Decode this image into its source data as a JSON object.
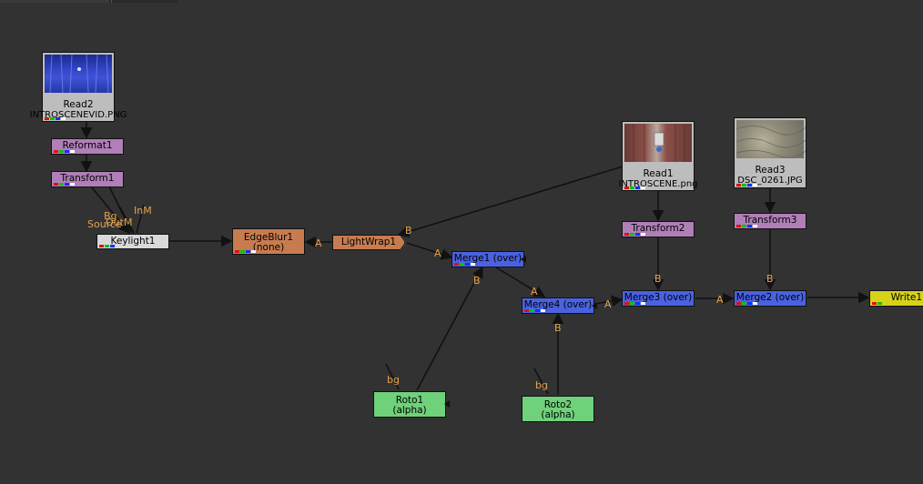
{
  "nodes": {
    "read2": {
      "name": "Read2",
      "file": "INTROSCENEVID.PNG"
    },
    "reformat1": {
      "name": "Reformat1"
    },
    "transform1": {
      "name": "Transform1"
    },
    "keylight1": {
      "name": "Keylight1"
    },
    "edgeblur1": {
      "name": "EdgeBlur1",
      "sub": "(none)"
    },
    "lightwrap1": {
      "name": "LightWrap1"
    },
    "merge1": {
      "name": "Merge1 (over)"
    },
    "roto1": {
      "name": "Roto1",
      "sub": "(alpha)"
    },
    "merge4": {
      "name": "Merge4 (over)"
    },
    "roto2": {
      "name": "Roto2",
      "sub": "(alpha)"
    },
    "read1": {
      "name": "Read1",
      "file": "INTROSCENE.png"
    },
    "transform2": {
      "name": "Transform2"
    },
    "merge3": {
      "name": "Merge3 (over)"
    },
    "read3": {
      "name": "Read3",
      "file": "DSC_0261.JPG"
    },
    "transform3": {
      "name": "Transform3"
    },
    "merge2": {
      "name": "Merge2 (over)"
    },
    "write1": {
      "name": "Write1"
    }
  },
  "edge_labels": {
    "keylight_bg": "Bg",
    "keylight_outm": "OutM",
    "keylight_inm": "InM",
    "keylight_source": "Source",
    "edgeblur_a": "A",
    "lightwrap_b": "B",
    "merge1_a": "A",
    "merge1_b": "B",
    "roto1_bg": "bg",
    "merge4_a_top": "A",
    "merge4_a": "A",
    "merge4_b": "B",
    "roto2_bg": "bg",
    "merge3_b": "B",
    "merge2_a": "A",
    "merge2_b": "B"
  },
  "colors": {
    "background": "#323232",
    "transform_node": "#b07fb7",
    "merge_node": "#4a62e0",
    "roto_node": "#6fd17a",
    "filter_node": "#c77c50",
    "keyer_node": "#d9d9d9",
    "write_node": "#d6d21a",
    "pipe_label": "#e4a24c"
  }
}
